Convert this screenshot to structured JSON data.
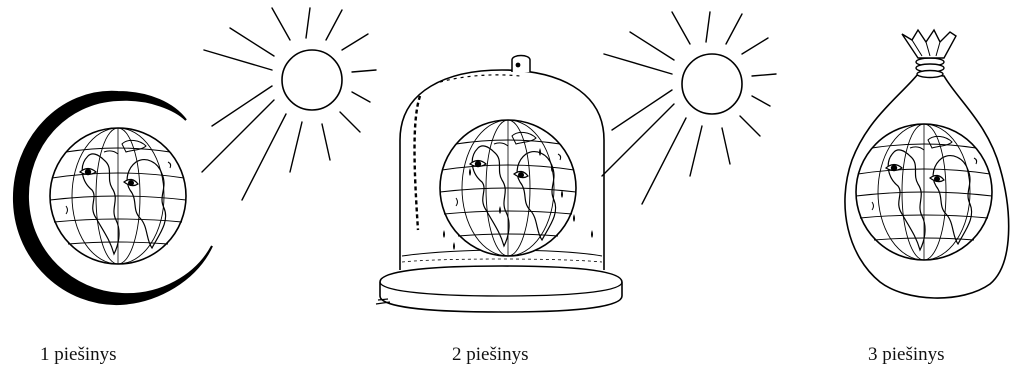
{
  "figures": [
    {
      "caption": "1 piešinys"
    },
    {
      "caption": "2 piešinys"
    },
    {
      "caption": "3 piešinys"
    }
  ]
}
